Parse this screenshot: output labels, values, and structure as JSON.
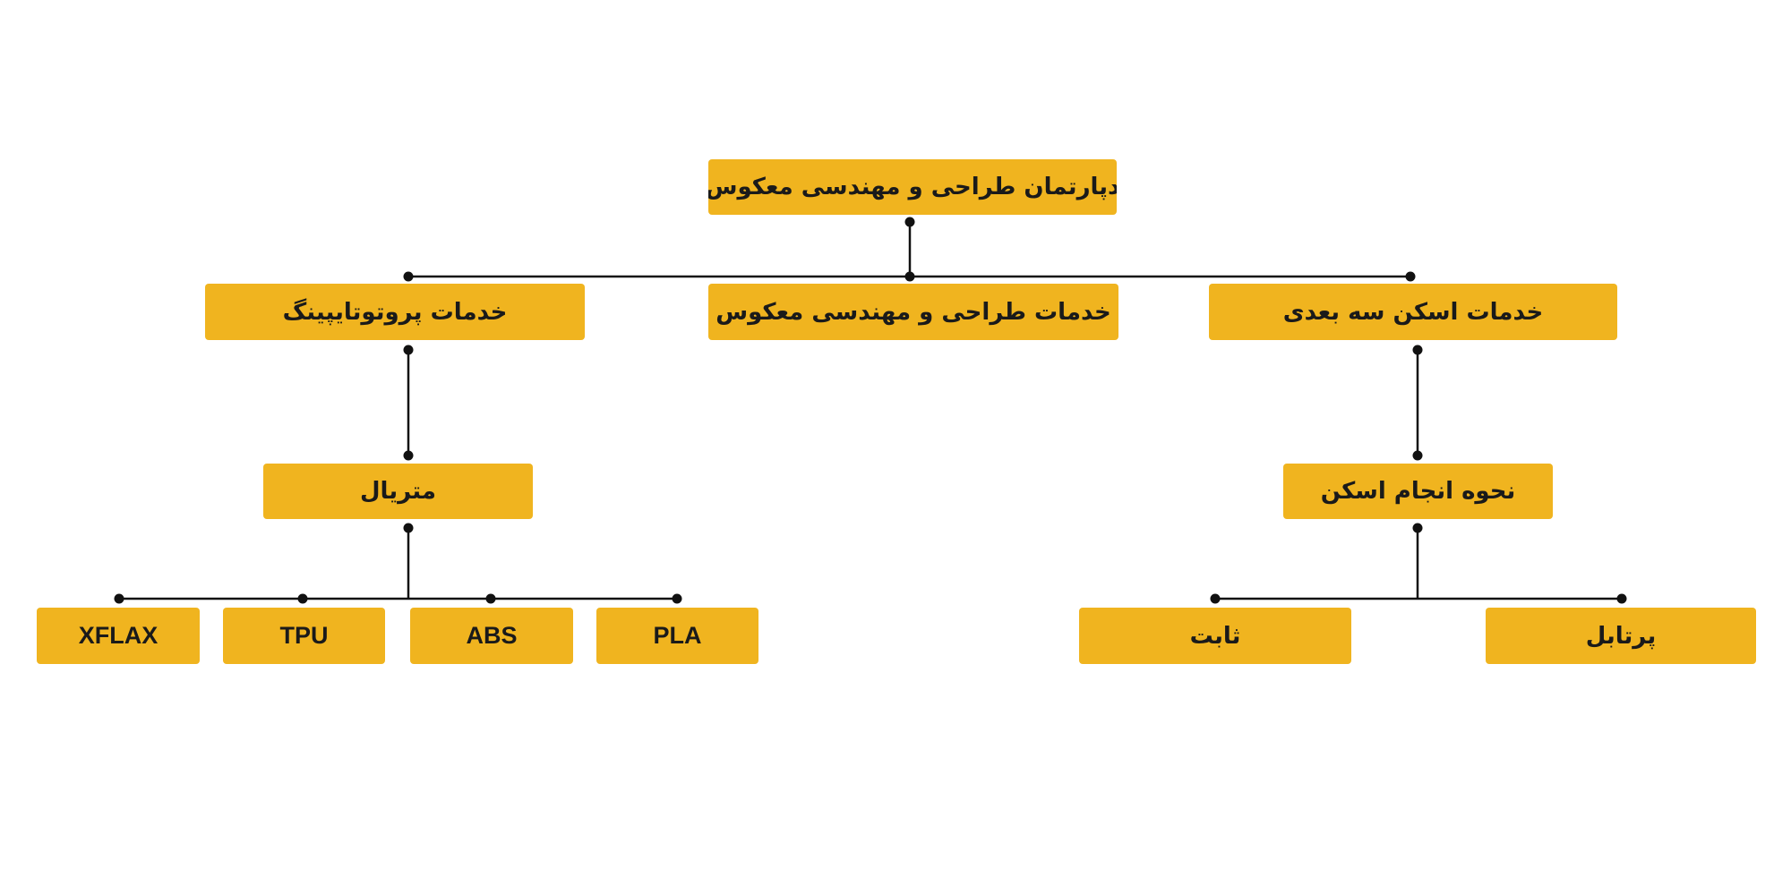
{
  "diagram": {
    "fill_color": "#F0B41F",
    "line_color": "#111111",
    "nodes": {
      "root": "دپارتمان طراحی و مهندسی معکوس",
      "prototyping": "خدمات پروتوتایپینگ",
      "design": "خدمات طراحی و مهندسی معکوس",
      "scan": "خدمات اسکن سه بعدی",
      "material": "متریال",
      "scan_method": "نحوه انجام اسکن",
      "xflax": "XFLAX",
      "tpu": "TPU",
      "abs": "ABS",
      "pla": "PLA",
      "fixed": "ثابت",
      "portable": "پرتابل"
    }
  }
}
